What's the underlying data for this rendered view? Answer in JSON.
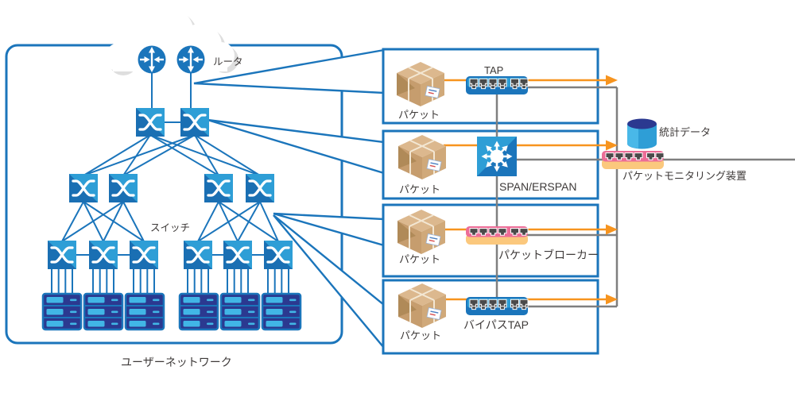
{
  "user_network": {
    "label": "ユーザーネットワーク",
    "router_label": "ルータ",
    "switch_label": "スイッチ"
  },
  "capture_methods": [
    {
      "packet_label": "パケット",
      "device_label": "TAP"
    },
    {
      "packet_label": "パケット",
      "device_label": "SPAN/ERSPAN"
    },
    {
      "packet_label": "パケット",
      "device_label": "パケットブローカー"
    },
    {
      "packet_label": "パケット",
      "device_label": "バイパスTAP"
    }
  ],
  "monitoring": {
    "stats_label": "統計データ",
    "device_label": "パケットモニタリング装置"
  },
  "colors": {
    "blue": "#1b75bb",
    "blue_light": "#2e9ed6",
    "navy": "#2b3990",
    "panel_cyan": "#41b6e6",
    "orange": "#f7941e",
    "gray": "#7f7f7f",
    "pink": "#ec6d97",
    "yellow": "#fbc87d",
    "label_text": "#3e3a39"
  }
}
